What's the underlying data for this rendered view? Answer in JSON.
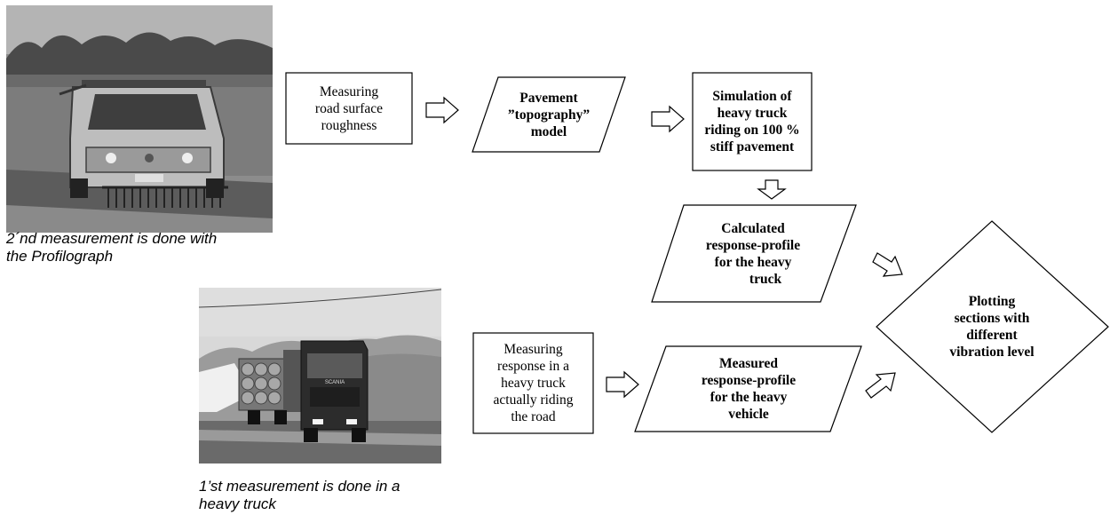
{
  "captions": {
    "van": [
      "2´nd measurement is done with",
      "the Profilograph"
    ],
    "truck": [
      "1’st measurement is done in a",
      "heavy truck"
    ]
  },
  "photos": {
    "van_plate": "",
    "truck_brand": "SCANIA"
  },
  "boxes": {
    "measuring_roughness": [
      "Measuring",
      "road surface",
      "roughness"
    ],
    "topography_model": [
      "Pavement",
      "”topography”",
      "model"
    ],
    "simulation": [
      "Simulation of",
      "heavy truck",
      "riding on 100 %",
      "stiff pavement"
    ],
    "calculated_profile": [
      "Calculated",
      "response-profile",
      "for the heavy",
      "truck"
    ],
    "measuring_response": [
      "Measuring",
      "response in a",
      "heavy truck",
      "actually riding",
      "the road"
    ],
    "measured_profile": [
      "Measured",
      "response-profile",
      "for the heavy",
      "vehicle"
    ],
    "plotting": [
      "Plotting",
      "sections with",
      "different",
      "vibration level"
    ]
  },
  "colors": {
    "stroke": "#000000",
    "photo_sky": "#9a9a9a",
    "photo_field": "#6f6f6f"
  }
}
